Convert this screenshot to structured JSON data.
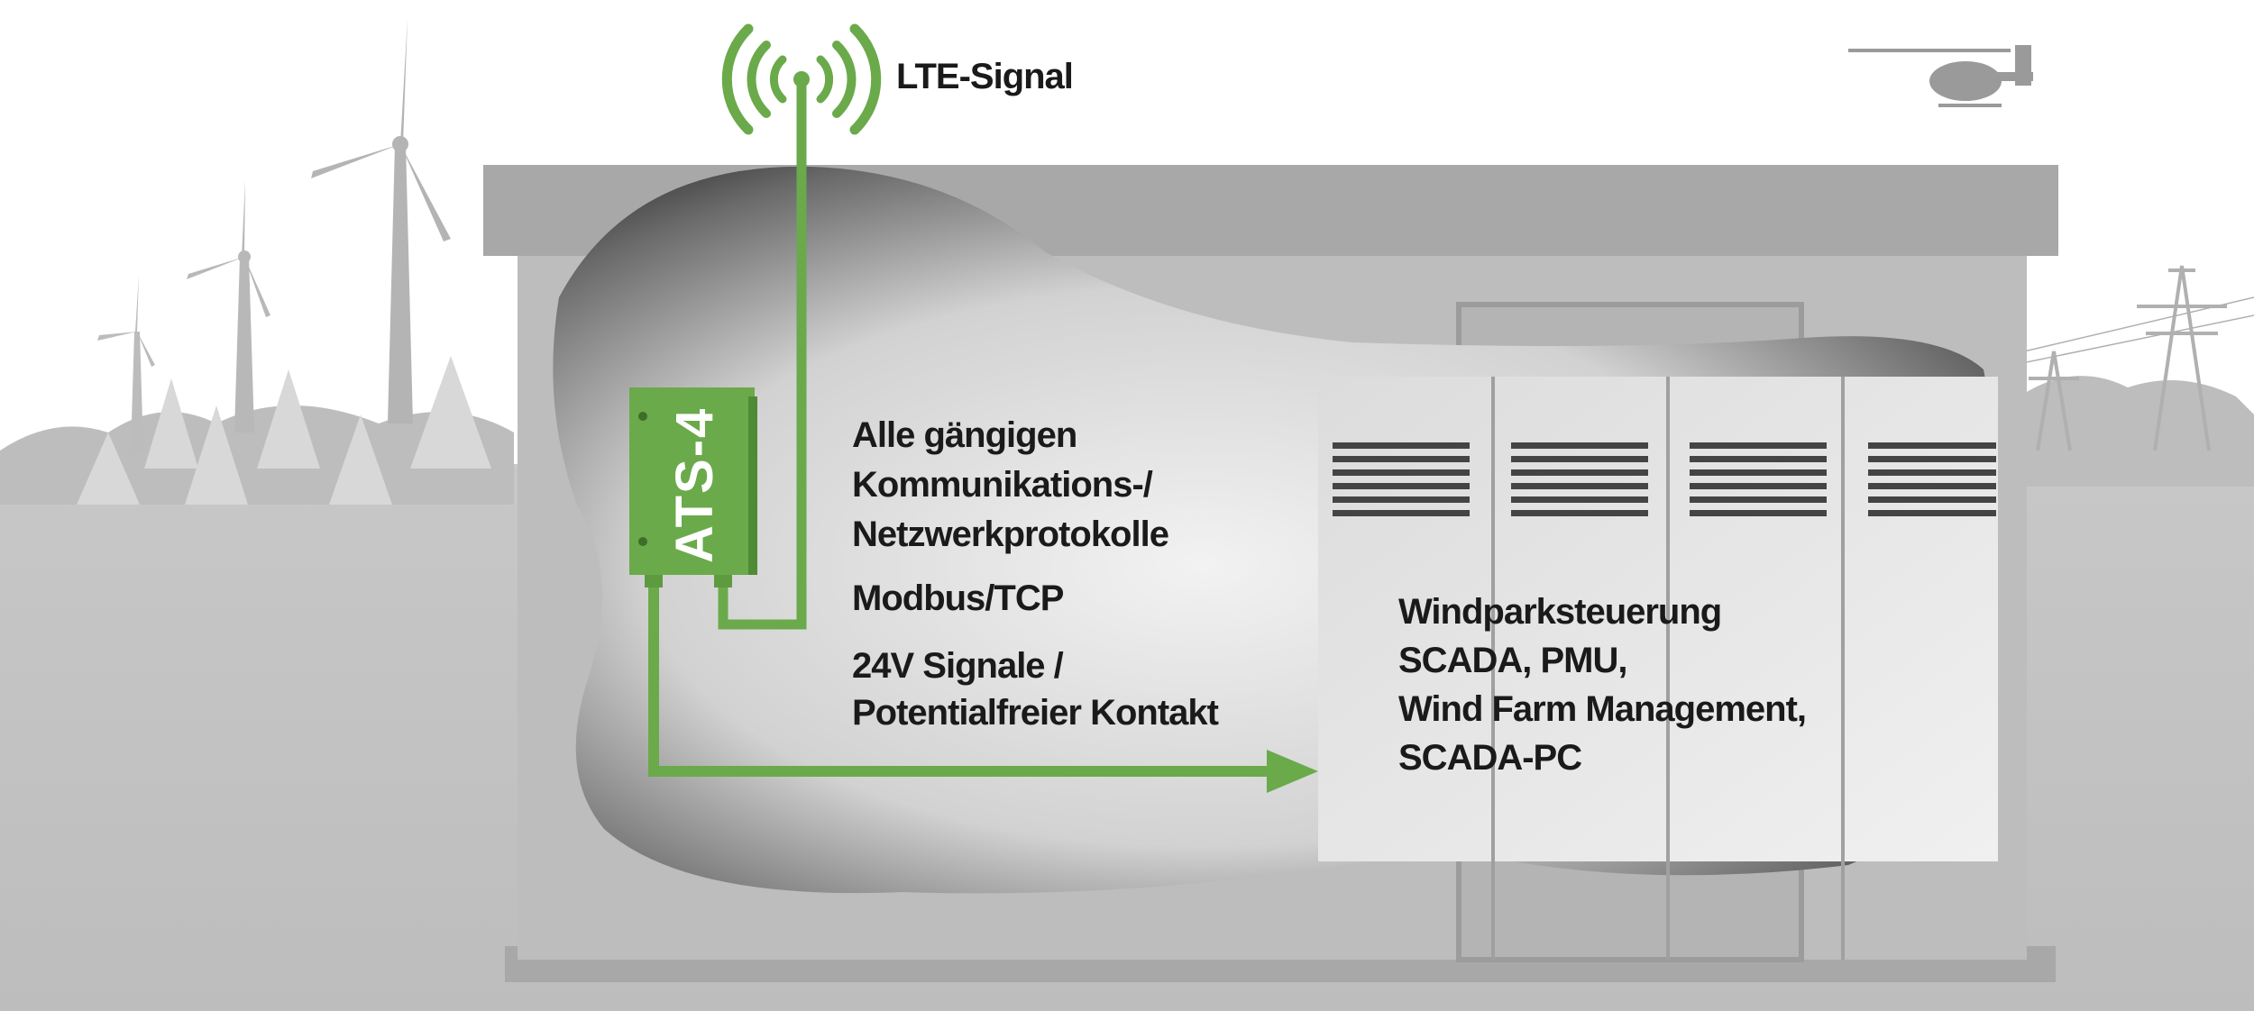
{
  "signal": {
    "label": "LTE-Signal"
  },
  "device": {
    "label": "ATS-4"
  },
  "protocols": {
    "lines": [
      "Alle gängigen",
      "Kommunikations-/",
      "Netzwerkprotokolle",
      "Modbus/TCP",
      "24V Signale /",
      "Potentialfreier Kontakt"
    ]
  },
  "target": {
    "lines": [
      "Windparksteuerung",
      "SCADA, PMU,",
      "Wind Farm Management,",
      "SCADA-PC"
    ]
  },
  "colors": {
    "accent": "#6aaa4a",
    "ground": "#c4c4c4",
    "building": "#bdbdbd",
    "roof": "#a9a9a9",
    "text": "#1a1a1a"
  }
}
